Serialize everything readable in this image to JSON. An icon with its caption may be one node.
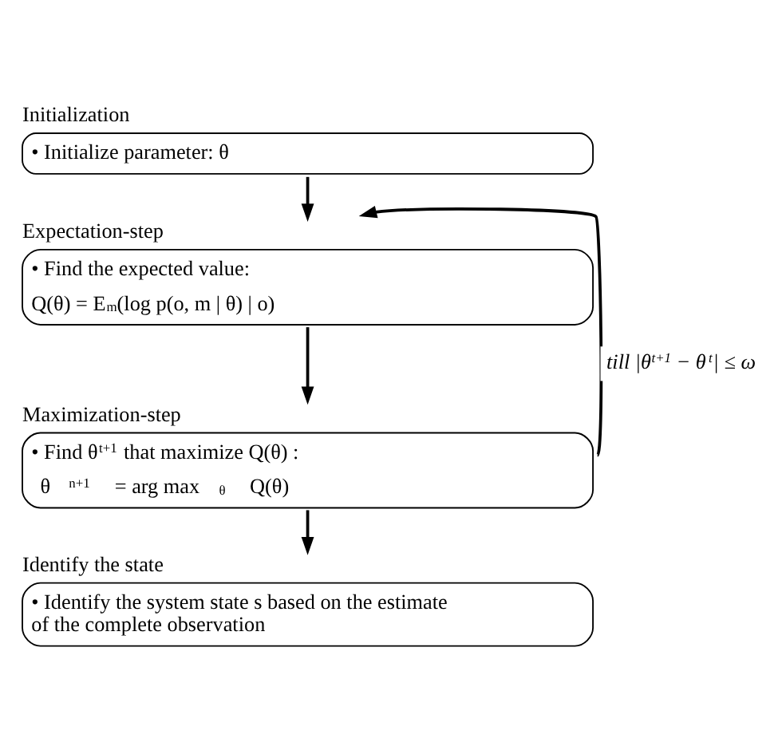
{
  "diagram": {
    "nodes": [
      {
        "text": [
          "Initialization",
          "• Initialize parameter: θ"
        ]
      },
      {
        "text": [
          "Expectation-step",
          "• Find the expected value:",
          "Q(θ) = E$_{m}$(log p(o, m | θ) | o)"
        ]
      },
      {
        "text": [
          "Maximization-step",
          "• Find θ$^{t+1}$ that maximize Q(θ) :",
          "θ$^{n+1}$ = arg max$_{θ}$ Q(θ)"
        ]
      },
      {
        "text": [
          "Identify the state",
          "• Identify the system state s based on the estimate of the complete observation"
        ]
      }
    ],
    "edges": [
      {
        "from": 0,
        "to": 1,
        "arrow": "to"
      },
      {
        "from": 1,
        "to": 2,
        "arrow": "to"
      },
      {
        "from": 2,
        "to": 3,
        "arrow": "to"
      },
      {
        "from": 2,
        "to": 1,
        "arrow": "to",
        "label": "till |θ$^{t+1}$ − θ$^{t}$| ≤ ω"
      }
    ]
  }
}
